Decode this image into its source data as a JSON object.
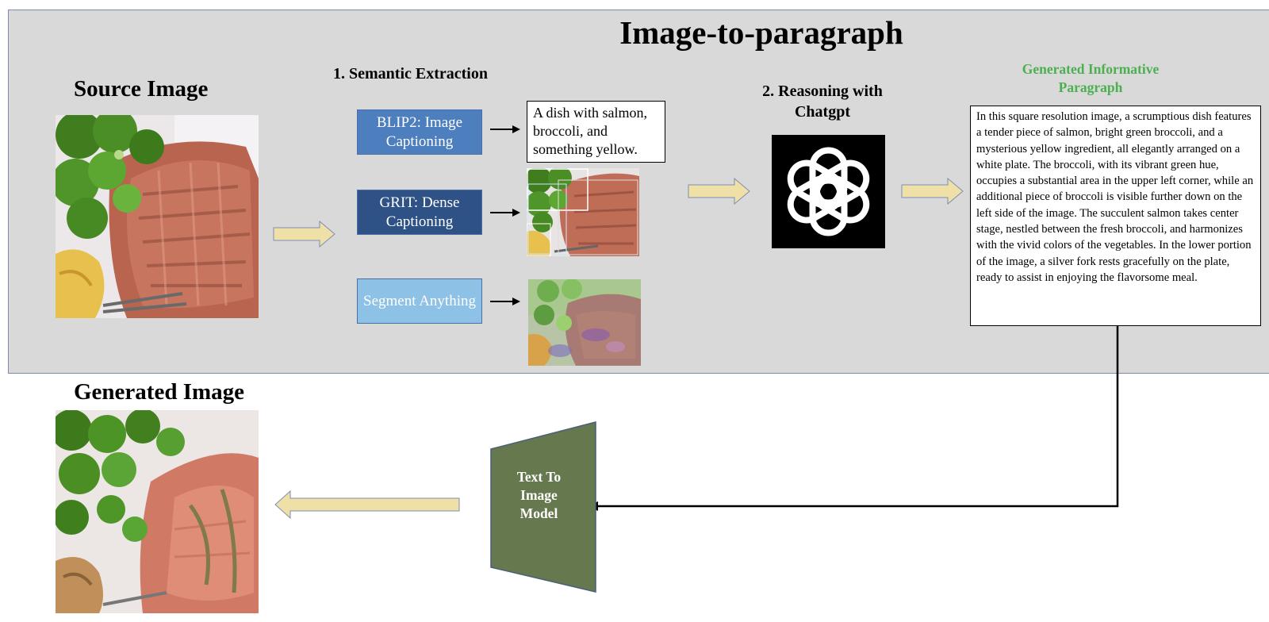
{
  "title": "Image-to-paragraph",
  "source_image": {
    "label": "Source Image"
  },
  "semantic_extraction": {
    "heading": "1. Semantic Extraction",
    "modules": [
      {
        "label": "BLIP2: Image Captioning",
        "color": "#4d7ebd"
      },
      {
        "label": "GRIT: Dense Captioning",
        "color": "#2e5286"
      },
      {
        "label": "Segment Anything",
        "color": "#8ec1e6"
      }
    ],
    "caption_output": "A dish with salmon, broccoli, and something yellow."
  },
  "reasoning": {
    "heading": "2. Reasoning with Chatgpt"
  },
  "paragraph": {
    "heading": "Generated Informative Paragraph",
    "heading_color": "#4caf50",
    "text": "In this square resolution image, a scrumptious dish features a tender piece of salmon, bright green broccoli, and a mysterious yellow ingredient, all elegantly arranged on a white plate. The broccoli, with its vibrant green hue, occupies a substantial area in the upper left corner, while an additional piece of broccoli is visible further down on the left side of the image. The succulent salmon takes center stage, nestled between the fresh broccoli, and harmonizes with the vivid colors of the vegetables. In the lower portion of the image, a silver fork rests gracefully on the plate, ready to assist in enjoying the flavorsome meal."
  },
  "text_to_image": {
    "label": "Text To Image Model",
    "color": "#66784e"
  },
  "generated_image": {
    "label": "Generated Image"
  },
  "colors": {
    "panel": "#d9d9d9",
    "flow_arrow": "#eee0a6",
    "flow_arrow_border": "#7f8cb5"
  }
}
